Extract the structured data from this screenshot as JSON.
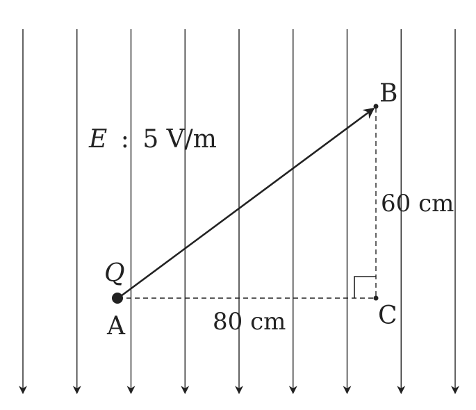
{
  "diagram": {
    "field_label": {
      "symbol": "E",
      "separator": ":",
      "value": "5 V/m"
    },
    "points": {
      "a": "A",
      "b": "B",
      "c": "C"
    },
    "charge_label": "Q",
    "horizontal_distance": "80 cm",
    "vertical_distance": "60 cm",
    "field_line_count": 9,
    "field_direction": "down",
    "colors": {
      "ink": "#222222",
      "background": "#ffffff"
    }
  }
}
